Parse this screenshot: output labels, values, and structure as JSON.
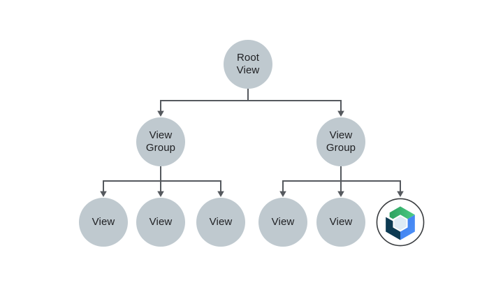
{
  "diagram": {
    "type": "tree",
    "description": "View hierarchy tree with a Root View, two View Groups, and leaf Views; the last leaf is the Jetpack Compose logo",
    "nodes": {
      "root": {
        "id": "root-view",
        "label": "Root\nView"
      },
      "group_left": {
        "id": "view-group-left",
        "label": "View\nGroup"
      },
      "group_right": {
        "id": "view-group-right",
        "label": "View\nGroup"
      },
      "leaf_1": {
        "id": "view-1",
        "label": "View"
      },
      "leaf_2": {
        "id": "view-2",
        "label": "View"
      },
      "leaf_3": {
        "id": "view-3",
        "label": "View"
      },
      "leaf_4": {
        "id": "view-4",
        "label": "View"
      },
      "leaf_5": {
        "id": "view-5",
        "label": "View"
      },
      "leaf_6": {
        "id": "compose-node",
        "label": "",
        "icon": "jetpack-compose-icon"
      }
    },
    "edges": [
      [
        "root-view",
        "view-group-left"
      ],
      [
        "root-view",
        "view-group-right"
      ],
      [
        "view-group-left",
        "view-1"
      ],
      [
        "view-group-left",
        "view-2"
      ],
      [
        "view-group-left",
        "view-3"
      ],
      [
        "view-group-right",
        "view-4"
      ],
      [
        "view-group-right",
        "view-5"
      ],
      [
        "view-group-right",
        "compose-node"
      ]
    ],
    "colors": {
      "background": "#ffffff",
      "node_fill": "#bfc9cf",
      "node_text": "#202124",
      "connector": "#55595e",
      "logo_ring": "#3a3d40",
      "compose_green": "#3dbe74",
      "compose_blue": "#4285f4",
      "compose_navy": "#0c3a52",
      "compose_core": "#ddebf5"
    }
  }
}
